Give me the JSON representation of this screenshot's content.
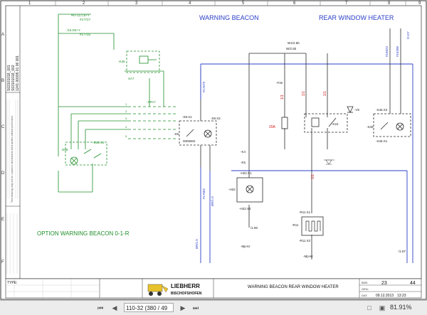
{
  "sheet": {
    "columns": [
      "1",
      "2",
      "3",
      "4",
      "5",
      "6",
      "7",
      "8",
      "9"
    ],
    "rows": [
      "A",
      "B",
      "C",
      "D",
      "E",
      "F"
    ],
    "section_left": "WARNING BEACON",
    "section_right": "REAR WINDOW HEATER",
    "option_label": "OPTION WARNING BEACON 0-1-R",
    "doc_codes": [
      "S03101018_001",
      "S03101018_002",
      "1241 00005 01 06 001"
    ],
    "side_note": "This drawing may not be copied or disclosed to third parties without permission.",
    "labels": {
      "feed_a": "#K+12.C8+Y",
      "feed_a_ref": "#17727",
      "feed_b": "/16.D5+Y",
      "feed_b_ref": "#17725",
      "relay_k36": "-K36",
      "relay_k36_ref": "SA7",
      "plug_xa7": "-XPA7",
      "beacon_ref": "-S9.X1",
      "beacon_sw": "-S9",
      "beacon_sw2": "-S9.X2",
      "beacon_part": "0005902",
      "wire_ref_1": "#17679",
      "wire_ref_2": "#17682",
      "wire_1": "W/2.5b",
      "rw_feed": "W1/2.5b",
      "rw_fuse": "-F32",
      "rw_relay": "-K24",
      "rw_diode": "-V5",
      "rw_ref_1": "#16623",
      "rw_ref_2": "#16288",
      "rw_ref_3": "/2.D7",
      "rw_switch": "-S46.X2",
      "rw_switch_b": "-S46",
      "rw_switch_c": "-S46.X1",
      "lamp_ref": "-H22.X1",
      "lamp_ref_b": "-H22",
      "lamp_ref_c": "-H22.X2",
      "heater": "-R11",
      "heater_x1": "-R11.X1",
      "heater_x2": "-R11.X2",
      "ground_1": "-Mp-Kr",
      "ground_2": "/1.90",
      "ground_3": "/1.87",
      "left_sw": "-E68.X1",
      "left_lamp": "-E68",
      "fuse_rating": "20A",
      "wire_grey": "BR/1.0",
      "wire_grey2": "BR/1.0",
      "conn_k4": "-K4",
      "conn_k5": "-K5"
    }
  },
  "title_block": {
    "type_label": "TYPE:",
    "brand": "LIEBHERR",
    "subbrand": "BISCHOFSHOFEN",
    "drawing_title": "WARNING BEACON REAR WINDOW HEATER",
    "sheet_number": "23",
    "sheet_total": "44",
    "date": "09.12.2013",
    "time": "13:23",
    "field_labels": [
      "BDE:",
      "GEN:",
      "DAT:"
    ]
  },
  "viewer": {
    "page_field": "110-32 (380 / 49",
    "zoom": "81.91%"
  },
  "colors": {
    "line": "#2a2a2a",
    "blue_wire": "#2b3fc7",
    "green_wire": "#1f8f2a",
    "red_text": "#d11a1a",
    "accent": "#2b3fc7"
  }
}
